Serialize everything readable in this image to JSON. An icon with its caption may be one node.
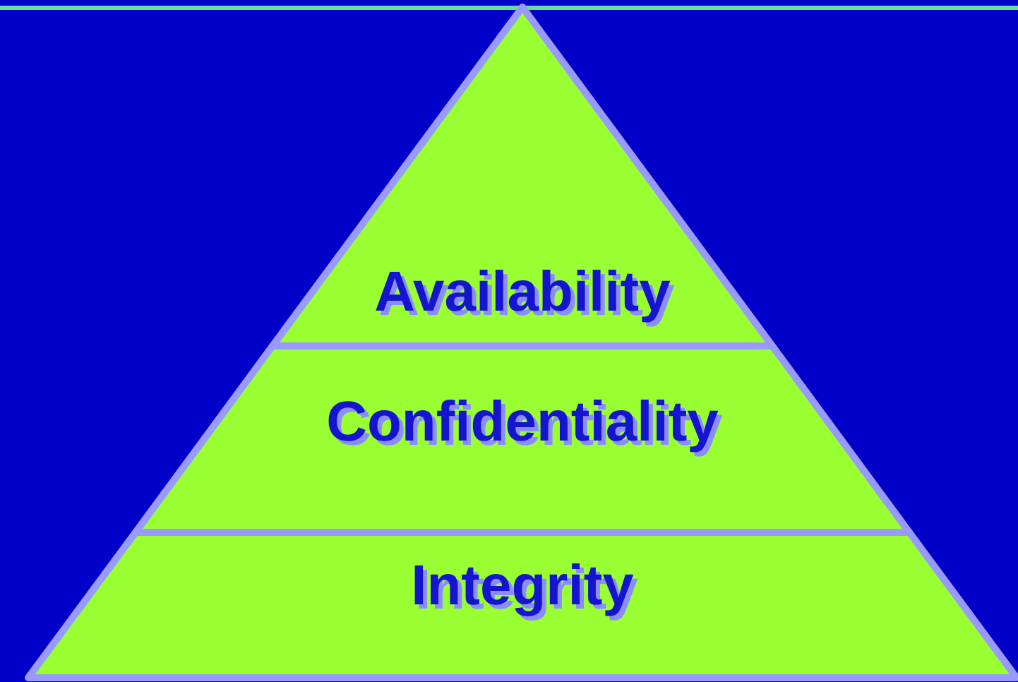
{
  "diagram": {
    "nodes": [
      {
        "text": [
          "Availability"
        ]
      },
      {
        "text": [
          "Confidentiality"
        ]
      },
      {
        "text": [
          "Integrity"
        ]
      }
    ]
  }
}
